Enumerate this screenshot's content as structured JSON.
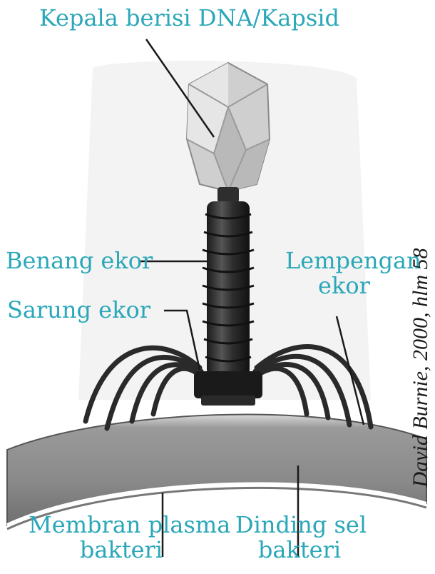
{
  "labels": {
    "head": "Kepala berisi DNA/Kapsid",
    "tail_fiber": "Benang ekor",
    "tail_sheath": "Sarung ekor",
    "base_plate_line1": "Lempengan",
    "base_plate_line2": "ekor",
    "membrane_line1": "Membran plasma",
    "membrane_line2": "bakteri",
    "cell_wall_line1": "Dinding sel",
    "cell_wall_line2": "bakteri"
  },
  "credit": "David Burnie, 2000, hlm 58",
  "colors": {
    "label_text": "#2aa7b8",
    "leader_line": "#1a1a1a",
    "capsid": "#c9c9c9",
    "tail": "#2b2b2b",
    "cell_wall": "#8a8a8a"
  }
}
